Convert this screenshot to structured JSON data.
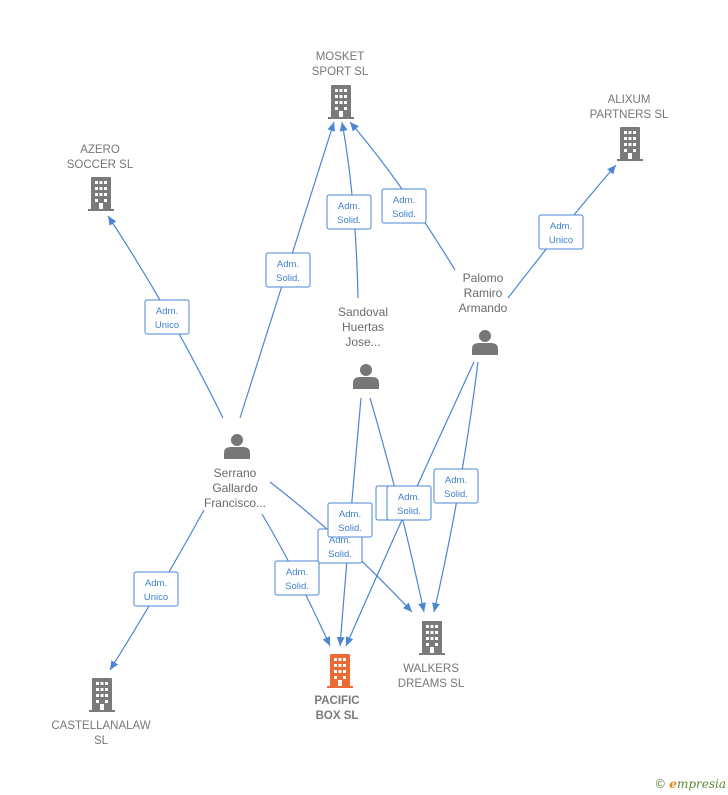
{
  "colors": {
    "edge": "#4a86d4",
    "company": "#7a7a7a",
    "focus_company": "#ee6a35",
    "person": "#777777"
  },
  "companies": {
    "mosket": {
      "lines": [
        "MOSKET",
        "SPORT  SL"
      ],
      "icon": "building-icon"
    },
    "alixum": {
      "lines": [
        "ALIXUM",
        "PARTNERS  SL"
      ],
      "icon": "building-icon"
    },
    "azero": {
      "lines": [
        "AZERO",
        "SOCCER  SL"
      ],
      "icon": "building-icon"
    },
    "walkers": {
      "lines": [
        "WALKERS",
        "DREAMS  SL"
      ],
      "icon": "building-icon"
    },
    "pacific": {
      "lines": [
        "PACIFIC",
        "BOX  SL"
      ],
      "icon": "building-icon",
      "focus": true
    },
    "castellanalaw": {
      "lines": [
        "CASTELLANALAW",
        "SL"
      ],
      "icon": "building-icon"
    }
  },
  "people": {
    "palomo": {
      "lines": [
        "Palomo",
        "Ramiro",
        "Armando"
      ],
      "icon": "person-icon"
    },
    "sandoval": {
      "lines": [
        "Sandoval",
        "Huertas",
        "Jose..."
      ],
      "icon": "person-icon"
    },
    "serrano": {
      "lines": [
        "Serrano",
        "Gallardo",
        "Francisco..."
      ],
      "icon": "person-icon"
    }
  },
  "roles": {
    "adm_unico": [
      "Adm.",
      "Unico"
    ],
    "adm_solid": [
      "Adm.",
      "Solid."
    ]
  },
  "footer": {
    "copyright": "©",
    "brand_e": "e",
    "brand_rest": "mpresia"
  }
}
